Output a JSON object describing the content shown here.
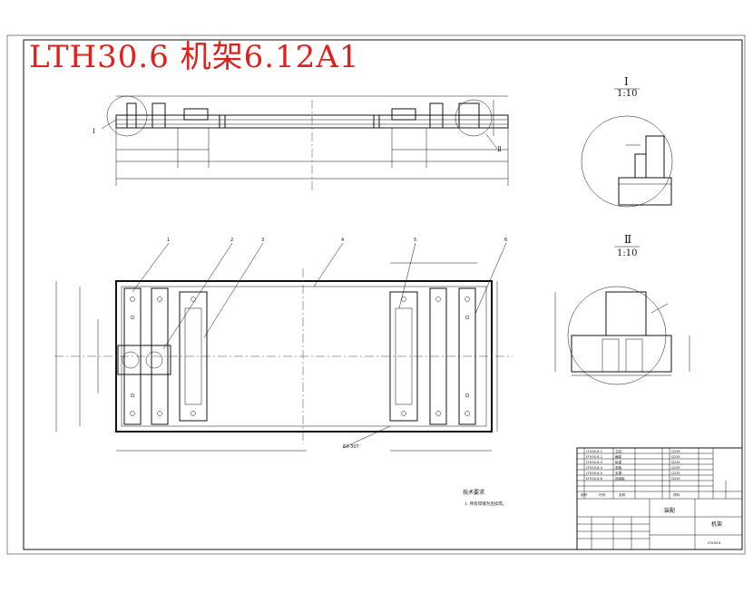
{
  "title": "LTH30.6 机架6.12A1",
  "detail_views": {
    "view1": {
      "label": "Ⅰ",
      "scale": "1:10"
    },
    "view2": {
      "label": "Ⅱ",
      "scale": "1:10"
    }
  },
  "view_markers": {
    "marker1": "Ⅰ",
    "marker2": "Ⅱ"
  },
  "callouts": [
    "1",
    "2",
    "3",
    "4",
    "5",
    "6"
  ],
  "weld_note": "6X-307",
  "tech_requirements": {
    "heading": "技术要求",
    "line1": "1. 所有焊缝为连续焊。"
  },
  "title_block": {
    "part_name": "机架",
    "company": "装配",
    "drawing_no": "LTH30.6"
  },
  "colors": {
    "title": "#e0201b",
    "ink": "#111111"
  }
}
